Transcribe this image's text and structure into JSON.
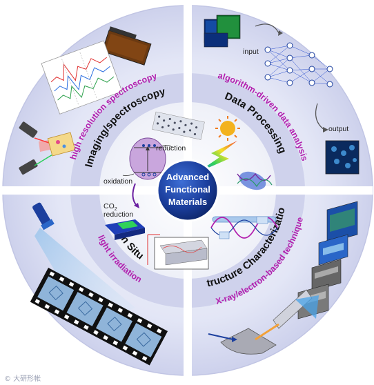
{
  "center": {
    "line1": "Advanced",
    "line2": "Functional",
    "line3": "Materials"
  },
  "quadrants": {
    "imaging": {
      "title": "Imaging/spectroscopy",
      "subtitle": "high resolution spectroscopy"
    },
    "data": {
      "title": "Data Processing",
      "subtitle": "algorithm-driven data analysis",
      "input_label": "input",
      "output_label": "output"
    },
    "structure": {
      "title": "Structure Characterization",
      "subtitle": "X-ray/electron-based technique"
    },
    "insitu": {
      "title": "In Situ",
      "subtitle": "light irradiation"
    }
  },
  "inner_labels": {
    "reduction": "reduction",
    "oxidation": "oxidation",
    "co2_line1": "CO",
    "co2_sub": "2",
    "co2_line2": "reduction"
  },
  "watermark": "© 大研形帐",
  "colors": {
    "outer_ring": "#d9dcf2",
    "inner_ring": "#c4c6e6",
    "center_blue": "#1c3f9e",
    "accent_magenta": "#b21fae"
  }
}
